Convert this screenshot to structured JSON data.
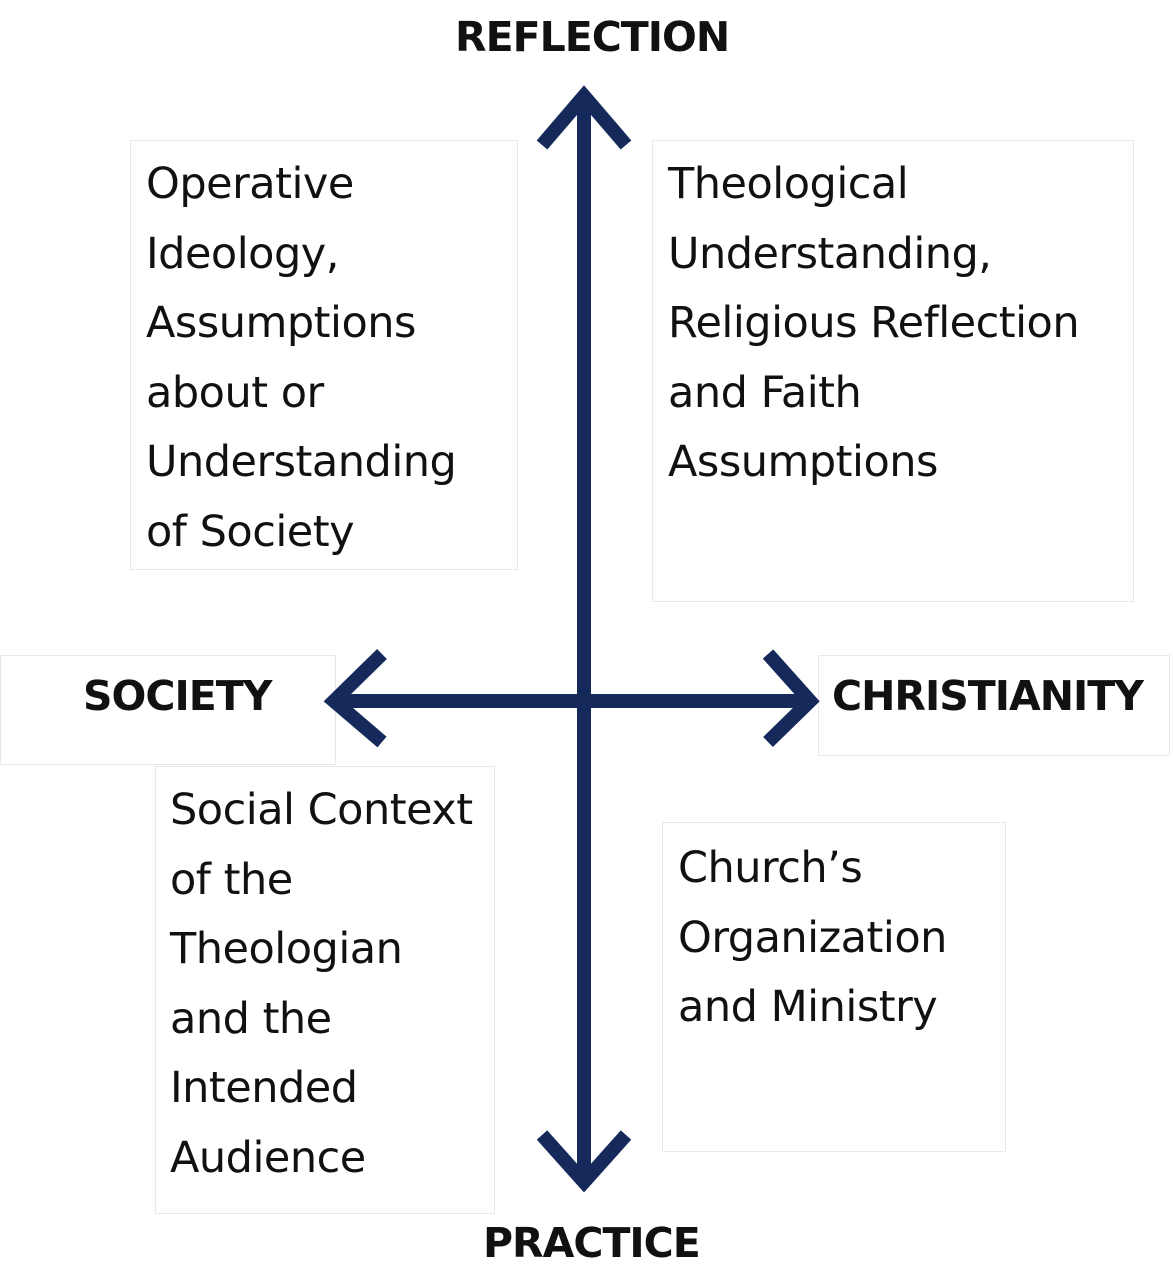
{
  "axes": {
    "top": "REFLECTION",
    "bottom": "PRACTICE",
    "left": "SOCIETY",
    "right": "CHRISTIANITY"
  },
  "quadrants": {
    "top_left": "Operative\nIdeology,\nAssumptions\nabout or\nUnderstanding\nof Society",
    "top_right": "Theological\nUnderstanding,\nReligious Reflection\nand Faith\nAssumptions",
    "bottom_left": "Social Context\nof the\nTheologian\nand the\nIntended\nAudience",
    "bottom_right": "Church’s\nOrganization\nand Ministry"
  },
  "colors": {
    "arrow": "#15295a",
    "text": "#111111"
  }
}
